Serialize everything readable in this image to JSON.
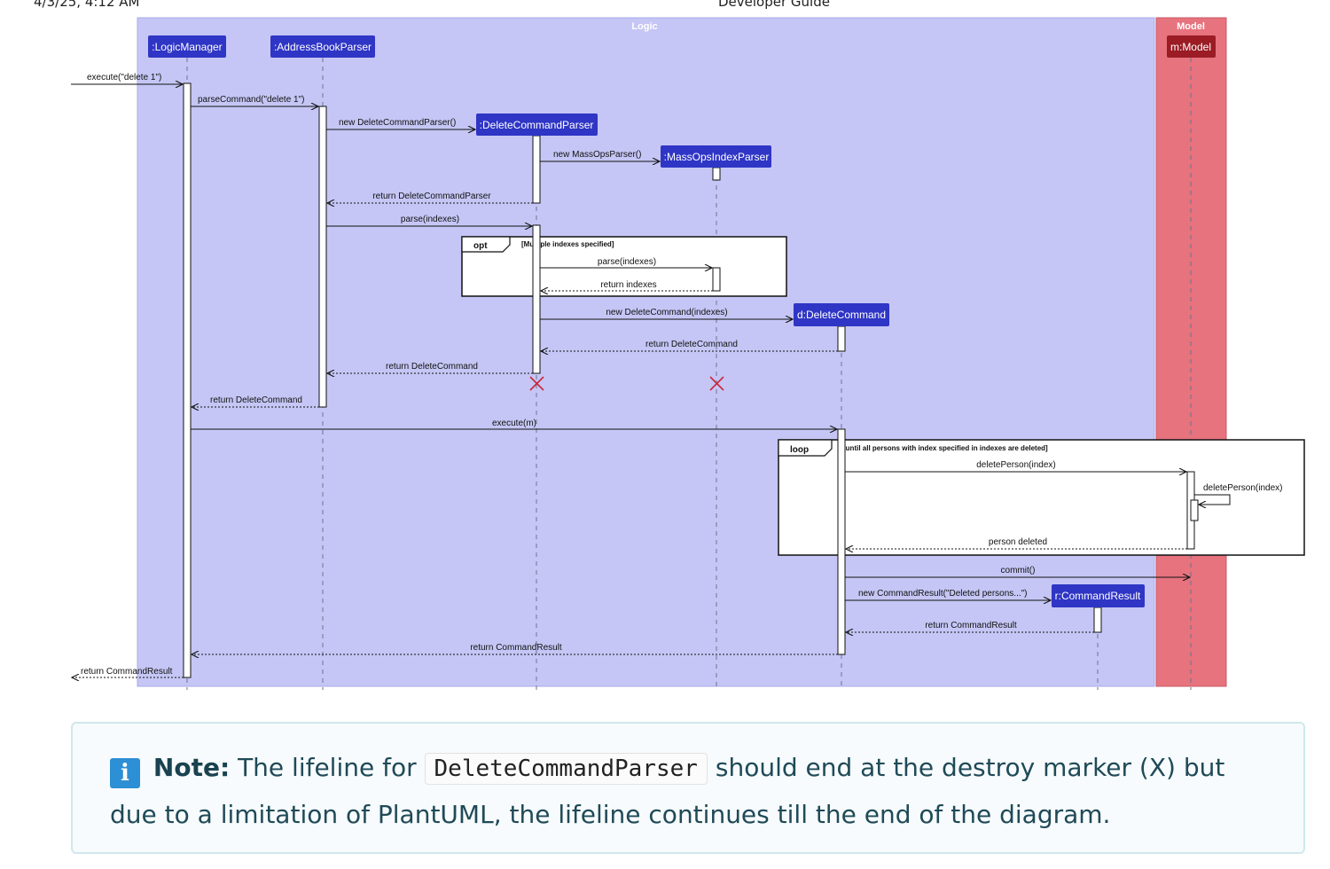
{
  "header": {
    "left": "4/3/25, 4:12 AM",
    "center": "Developer Guide"
  },
  "boxes": {
    "logic": "Logic",
    "model": "Model"
  },
  "participants": [
    {
      "key": "lm",
      "label": ":LogicManager"
    },
    {
      "key": "abp",
      "label": ":AddressBookParser"
    },
    {
      "key": "dcp",
      "label": ":DeleteCommandParser"
    },
    {
      "key": "mop",
      "label": ":MassOpsIndexParser"
    },
    {
      "key": "dc",
      "label": "d:DeleteCommand"
    },
    {
      "key": "cr",
      "label": "r:CommandResult"
    },
    {
      "key": "m",
      "label": "m:Model"
    }
  ],
  "messages": [
    "execute(\"delete 1\")",
    "parseCommand(\"delete 1\")",
    "new DeleteCommandParser()",
    "new MassOpsParser()",
    "return DeleteCommandParser",
    "parse(indexes)",
    "parse(indexes)",
    "return indexes",
    "new DeleteCommand(indexes)",
    "return DeleteCommand",
    "return DeleteCommand",
    "return DeleteCommand",
    "execute(m)",
    "deletePerson(index)",
    "deletePerson(index)",
    "person deleted",
    "commit()",
    "new CommandResult(\"Deleted persons...\")",
    "return CommandResult",
    "return CommandResult",
    "return CommandResult"
  ],
  "fragments": {
    "opt": {
      "label": "opt",
      "guard": "[Multiple indexes specified]"
    },
    "loop": {
      "label": "loop",
      "guard": "[until all persons with index specified in indexes are deleted]"
    }
  },
  "note": {
    "label": "Note:",
    "text_before": "The lifeline for",
    "code": "DeleteCommandParser",
    "text_after": "should end at the destroy marker (X) but due to a limitation of PlantUML, the lifeline continues till the end of the diagram."
  },
  "colors": {
    "logic_box": "#c5c6f5",
    "model_box": "#e6737e",
    "logic_participant": "#2f35c5",
    "model_participant": "#9b1c24",
    "destroy": "#c8283c"
  }
}
